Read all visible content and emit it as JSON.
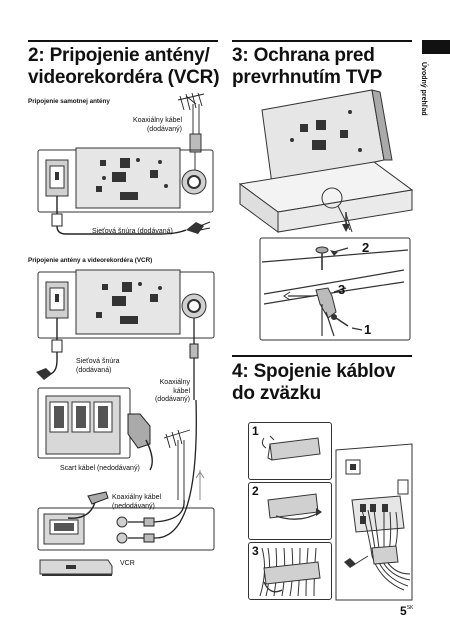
{
  "side_tab": {
    "label": "Úvodný prehľad"
  },
  "left": {
    "title_line1": "2: Pripojenie antény/",
    "title_line2": "videorekordéra (VCR)",
    "section1": {
      "heading": "Pripojenie samotnej antény",
      "coax_label_line1": "Koaxiálny kábel",
      "coax_label_line2": "(dodávaný)",
      "mains_label": "Sieťová šnúra (dodávaná)"
    },
    "section2": {
      "heading": "Pripojenie antény a videorekordéra (VCR)",
      "mains_label_line1": "Sieťová šnúra",
      "mains_label_line2": "(dodávaná)",
      "coax_label_line1": "Koaxiálny",
      "coax_label_line2": "kábel",
      "coax_label_line3": "(dodávaný)",
      "scart_label": "Scart kábel (nedodávaný)",
      "coax2_label_line1": "Koaxiálny kábel",
      "coax2_label_line2": "(nedodávaný)",
      "vcr_label": "VCR"
    }
  },
  "right": {
    "section3": {
      "title_line1": "3: Ochrana pred",
      "title_line2": "prevrhnutím TVP",
      "step_2": "2",
      "step_3": "3",
      "step_1": "1"
    },
    "section4": {
      "title_line1": "4: Spojenie káblov",
      "title_line2": "do zväzku",
      "step_1": "1",
      "step_2": "2",
      "step_3": "3"
    }
  },
  "footer": {
    "page_number": "5",
    "page_suffix": "SK"
  },
  "colors": {
    "text": "#111111",
    "line": "#222222",
    "panel": "#d9d9d9",
    "panel_dark": "#9a9a9a"
  }
}
